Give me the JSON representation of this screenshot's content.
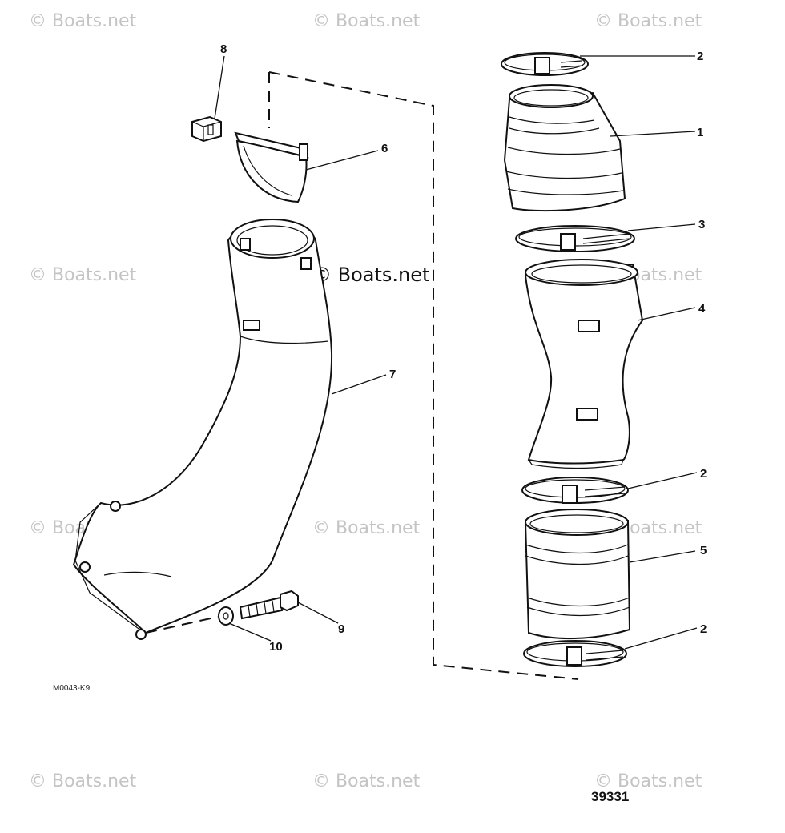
{
  "watermark": "© Boats.net",
  "center_watermark": "© Boats.net",
  "callouts": {
    "part_1": "1",
    "part_2_top": "2",
    "part_2_mid": "2",
    "part_2_bottom": "2",
    "part_3": "3",
    "part_4": "4",
    "part_5": "5",
    "part_6": "6",
    "part_7": "7",
    "part_8": "8",
    "part_9": "9",
    "part_10": "10"
  },
  "drawing_code": "M0043-K9",
  "figure_number": "39331"
}
